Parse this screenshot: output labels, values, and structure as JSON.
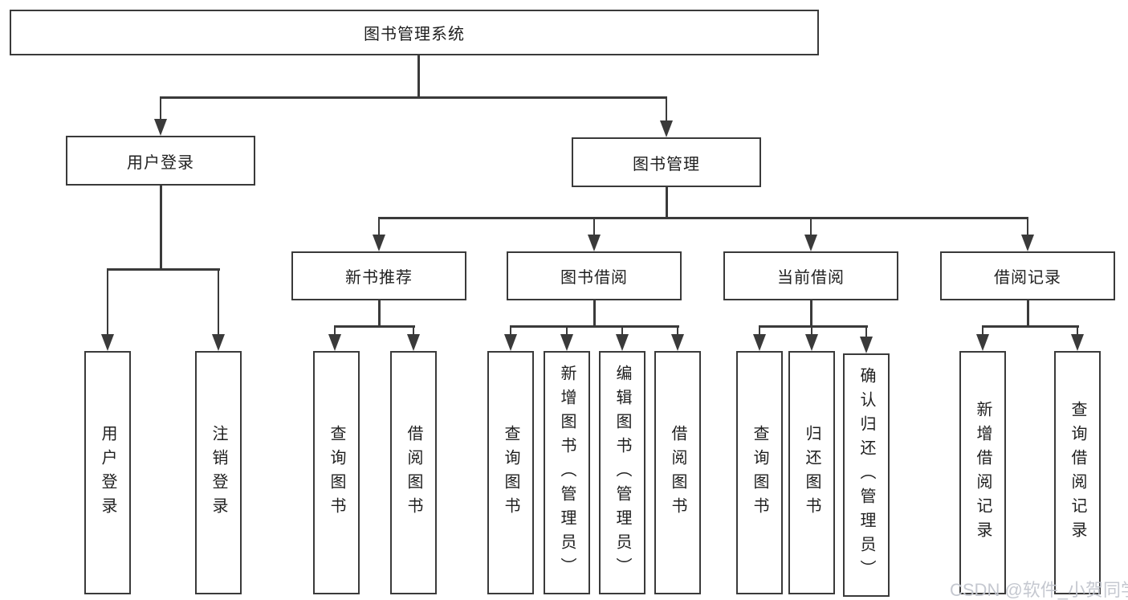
{
  "diagram": {
    "root": {
      "label": "图书管理系统"
    },
    "branches": [
      {
        "label": "用户登录",
        "children": [
          "用户登录",
          "注销登录"
        ]
      },
      {
        "label": "图书管理",
        "children": [
          {
            "label": "新书推荐",
            "children": [
              "查询图书",
              "借阅图书"
            ]
          },
          {
            "label": "图书借阅",
            "children": [
              "查询图书",
              "新增图书（管理员）",
              "编辑图书（管理员）",
              "借阅图书"
            ]
          },
          {
            "label": "当前借阅",
            "children": [
              "查询图书",
              "归还图书",
              "确认归还（管理员）"
            ]
          },
          {
            "label": "借阅记录",
            "children": [
              "新增借阅记录",
              "查询借阅记录"
            ]
          }
        ]
      }
    ],
    "watermark": "CSDN @软件_小贺同学",
    "colors": {
      "line": "#3a3a3a",
      "text": "#1f1f1f",
      "background": "#ffffff",
      "watermark": "#c2c6ce"
    }
  }
}
